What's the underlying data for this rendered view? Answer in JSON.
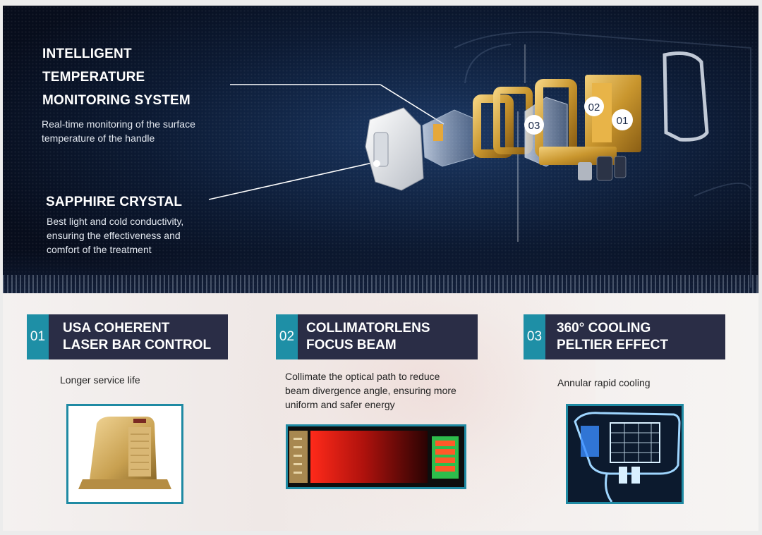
{
  "hero": {
    "temperature": {
      "title_lines": [
        "INTELLIGENT",
        "TEMPERATURE",
        "MONITORING SYSTEM"
      ],
      "desc_lines": [
        "Real-time monitoring of the surface",
        "temperature of the handle"
      ]
    },
    "sapphire": {
      "title": "SAPPHIRE CRYSTAL",
      "desc_lines": [
        "Best light and cold conductivity,",
        "ensuring the effectiveness and",
        "comfort of the treatment"
      ]
    },
    "callouts": [
      "03",
      "02",
      "01"
    ]
  },
  "features": [
    {
      "number": "01",
      "title_lines": [
        "USA COHERENT",
        "LASER BAR CONTROL"
      ],
      "desc_lines": [
        "Longer service life"
      ],
      "image_icon": "laser-bar-module-icon"
    },
    {
      "number": "02",
      "title_lines": [
        "COLLIMATORLENS",
        "FOCUS BEAM"
      ],
      "desc_lines": [
        "Collimate the optical path to reduce",
        "beam divergence angle, ensuring more",
        "uniform and safer energy"
      ],
      "image_icon": "collimated-beam-icon"
    },
    {
      "number": "03",
      "title_lines": [
        "360° COOLING",
        "PELTIER EFFECT"
      ],
      "desc_lines": [
        "Annular rapid cooling"
      ],
      "image_icon": "peltier-cooling-icon"
    }
  ],
  "colors": {
    "hero_bg": "#0c1a33",
    "header_bar": "#2a2d46",
    "number_badge": "#1e8fa6",
    "gold": "#c9962e",
    "photo_border": "#1f8aa3"
  }
}
